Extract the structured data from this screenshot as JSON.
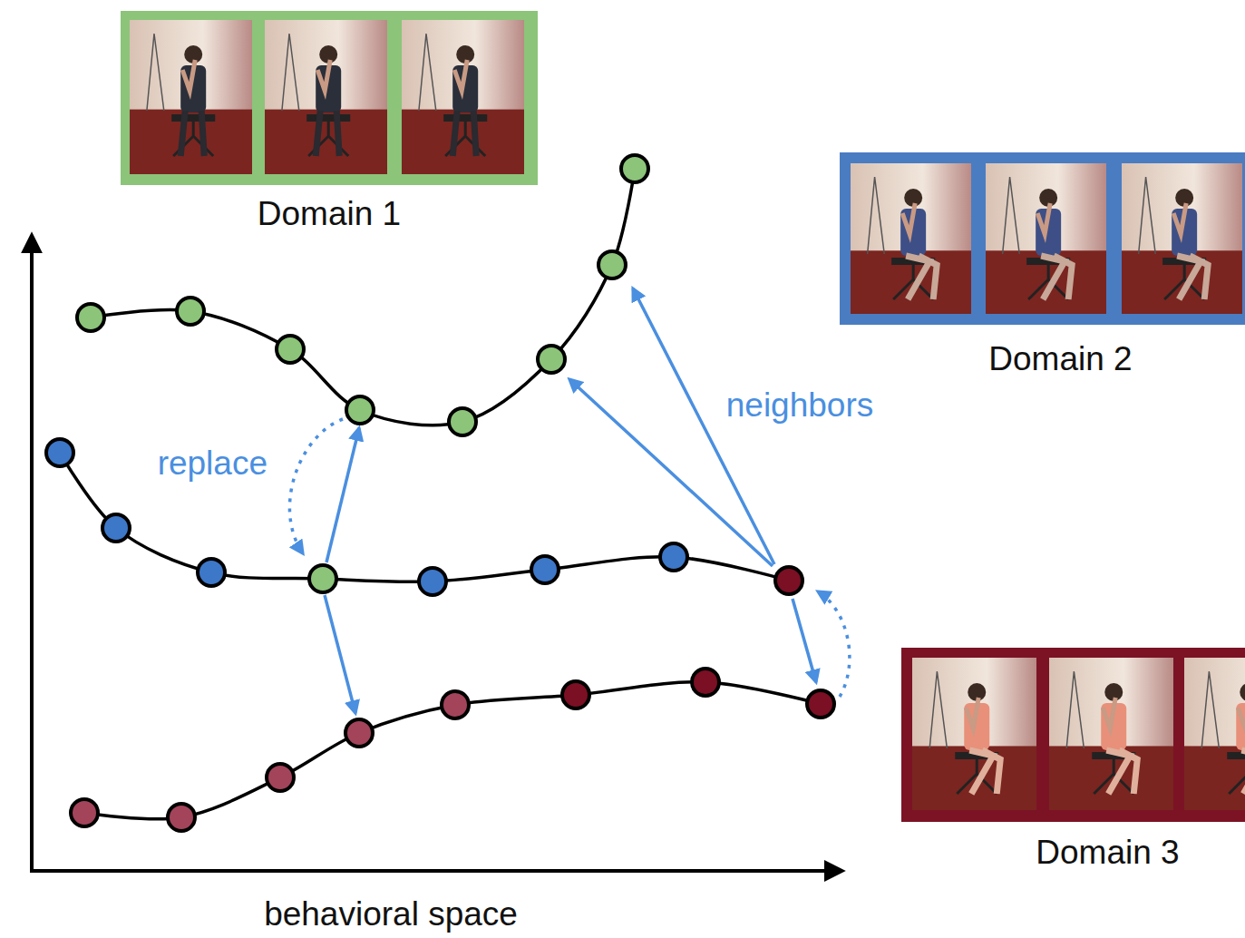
{
  "diagram": {
    "nodes": [
      {
        "text": [
          "Domain 1"
        ]
      },
      {
        "text": [
          "Domain 2"
        ]
      },
      {
        "text": [
          "Domain 3"
        ]
      }
    ],
    "labels": [
      "behavioral space",
      "replace",
      "neighbors"
    ]
  }
}
